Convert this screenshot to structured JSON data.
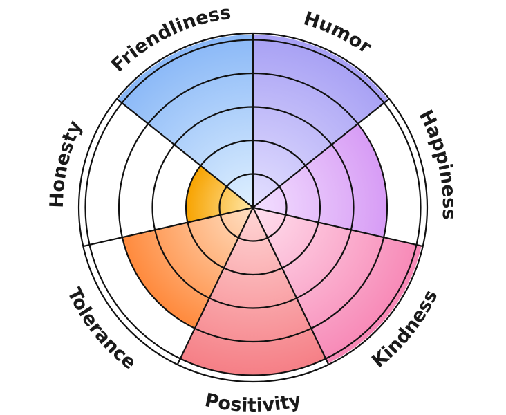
{
  "chart_data": {
    "type": "polar-area",
    "title": "",
    "max_value": 6,
    "rings": 6,
    "grid": true,
    "categories": [
      "Humor",
      "Happiness",
      "Kindness",
      "Positivity",
      "Tolerance",
      "Honesty",
      "Friendliness"
    ],
    "values": [
      6,
      4,
      6,
      5,
      4,
      2,
      6
    ],
    "colors": [
      [
        "#e4e0ff",
        "#a7a0f4"
      ],
      [
        "#f3e0ff",
        "#d79cf5"
      ],
      [
        "#ffe0ee",
        "#f788b6"
      ],
      [
        "#ffd6d6",
        "#f57f86"
      ],
      [
        "#ffe0c4",
        "#ff8a3d"
      ],
      [
        "#ffe7a8",
        "#f7a300"
      ],
      [
        "#dff0ff",
        "#8ab8f7"
      ]
    ]
  }
}
